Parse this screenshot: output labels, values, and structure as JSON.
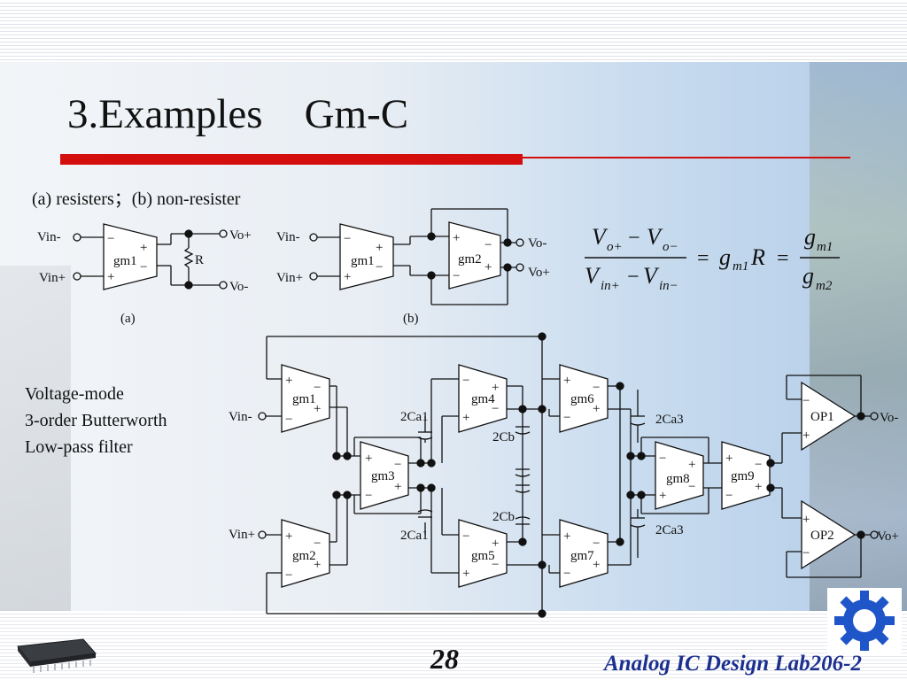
{
  "title": "3.Examples　Gm-C",
  "subtitle": "(a) resisters；(b) non-resister",
  "description": [
    "Voltage-mode",
    "3-order Butterworth",
    "Low-pass filter"
  ],
  "page_number": "28",
  "lab_name": "Analog IC Design Lab206-2",
  "circuit_a": {
    "vin_minus": "Vin-",
    "vin_plus": "Vin+",
    "block": "gm1",
    "resistor": "R",
    "vo_plus": "Vo+",
    "vo_minus": "Vo-",
    "caption": "(a)"
  },
  "circuit_b": {
    "vin_minus": "Vin-",
    "vin_plus": "Vin+",
    "block1": "gm1",
    "block2": "gm2",
    "vo_minus": "Vo-",
    "vo_plus": "Vo+",
    "caption": "(b)"
  },
  "equation": {
    "num_1": "V",
    "num_1_sub": "o+",
    "minus": "−",
    "num_2": "V",
    "num_2_sub": "o−",
    "den_1": "V",
    "den_1_sub": "in+",
    "den_2": "V",
    "den_2_sub": "in−",
    "eq": "=",
    "g": "g",
    "m1": "m1",
    "R": "R",
    "frac_num": "g",
    "frac_num_sub": "m1",
    "frac_den": "g",
    "frac_den_sub": "m2"
  },
  "filter": {
    "blocks": [
      "gm1",
      "gm2",
      "gm3",
      "gm4",
      "gm5",
      "gm6",
      "gm7",
      "gm8",
      "gm9"
    ],
    "opamps": [
      "OP1",
      "OP2"
    ],
    "caps": [
      "2Ca1",
      "2Ca1",
      "2Cb",
      "2Cb",
      "2Ca3",
      "2Ca3"
    ],
    "vin_minus": "Vin-",
    "vin_plus": "Vin+",
    "vo_minus": "Vo-",
    "vo_plus": "Vo+"
  },
  "signs": {
    "plus": "+",
    "minus": "−"
  },
  "colors": {
    "title_bar": "#d40d0d",
    "lab_text": "#1b2f8f"
  },
  "icons": [
    "chip-icon",
    "gear-icon"
  ]
}
